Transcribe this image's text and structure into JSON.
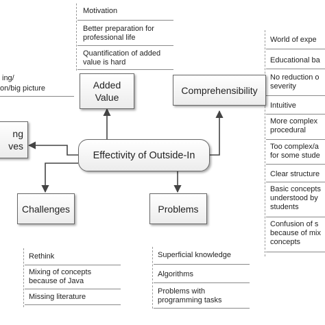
{
  "center": "Effectivity of Outside-In",
  "nodes": {
    "added_value": "Added\nValue",
    "comprehensibility": "Comprehensibility",
    "learning_objectives": "ng\nves",
    "challenges": "Challenges",
    "problems": "Problems"
  },
  "notes": {
    "added_value": [
      "Motivation",
      "Better preparation for\nprofessional life",
      "Quantification of added\nvalue is hard"
    ],
    "learning": [
      "ing/",
      "on/big picture"
    ],
    "comprehensibility": [
      "World of expe",
      "Educational ba",
      "No reduction o\nseverity",
      "Intuitive",
      "More complex\nprocedural",
      "Too complex/a\nfor some stude",
      "Clear structure",
      "Basic concepts\nunderstood by\nstudents",
      "Confusion of s\nbecause of mix\nconcepts"
    ],
    "challenges": [
      "Rethink",
      "Mixing of concepts\nbecause of Java",
      "Missing literature"
    ],
    "problems": [
      "Superficial knowledge",
      "Algorithms",
      "Problems with\nprogramming tasks"
    ]
  }
}
